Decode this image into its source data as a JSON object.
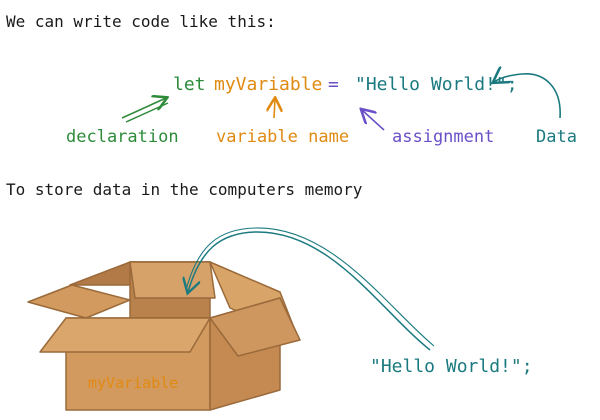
{
  "heading_1": "We can write code like this:",
  "heading_2": "To store data in the computers memory",
  "code": {
    "keyword": "let",
    "variable": "myVariable",
    "operator": "=",
    "value": "\"Hello World!\";"
  },
  "labels": {
    "declaration": "declaration",
    "variable_name": "variable name",
    "assignment": "assignment",
    "data": "Data"
  },
  "box": {
    "label": "myVariable"
  },
  "stored_value": "\"Hello World!\";",
  "colors": {
    "keyword": "#2e8b3a",
    "variable": "#e08a12",
    "operator": "#6a4fc8",
    "data": "#1a7a80",
    "text": "#1a1a1a",
    "box_front": "#d29a5e",
    "box_side": "#c48a52",
    "box_inside": "#b27a46",
    "box_outline": "#9a6a3a"
  },
  "icons": [
    "arrow-declaration-icon",
    "arrow-variable-name-icon",
    "arrow-assignment-icon",
    "arrow-data-icon",
    "arrow-into-box-icon",
    "cardboard-box-icon"
  ]
}
